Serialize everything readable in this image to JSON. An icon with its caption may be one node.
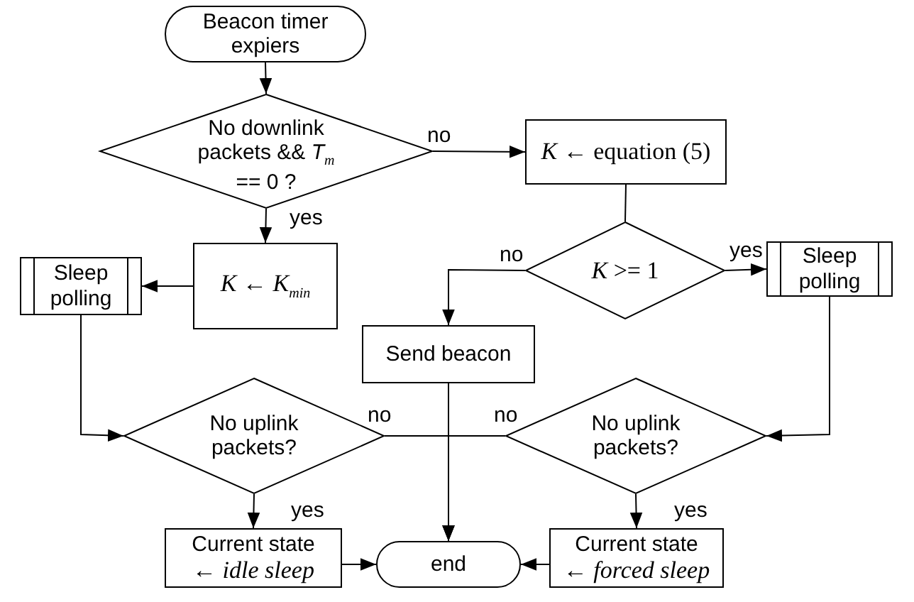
{
  "diagram": {
    "nodes": [
      {
        "text": [
          "Beacon timer expiers"
        ]
      },
      {
        "text": [
          "No downlink packets && *T*$_{m}$ == 0 ?"
        ]
      },
      {
        "text": [
          "*K* ← *K*$_{min}$"
        ]
      },
      {
        "text": [
          "Sleep polling"
        ]
      },
      {
        "text": [
          "*K* ← equation (5)"
        ]
      },
      {
        "text": [
          "*K* >= 1"
        ]
      },
      {
        "text": [
          "Sleep polling"
        ]
      },
      {
        "text": [
          "Send beacon"
        ]
      },
      {
        "text": [
          "No uplink packets?"
        ]
      },
      {
        "text": [
          "No uplink packets?"
        ]
      },
      {
        "text": [
          "Current state",
          "← *idle sleep*"
        ]
      },
      {
        "text": [
          "end"
        ]
      },
      {
        "text": [
          "Current state",
          "← *forced sleep*"
        ]
      }
    ],
    "edges": [
      {
        "from": 0,
        "to": 1,
        "arrow": "to"
      },
      {
        "from": 1,
        "to": 4,
        "arrow": "to",
        "label": "no"
      },
      {
        "from": 1,
        "to": 2,
        "arrow": "to",
        "label": "yes"
      },
      {
        "from": 2,
        "to": 3,
        "arrow": "to"
      },
      {
        "from": 4,
        "to": 5,
        "arrow": "none"
      },
      {
        "from": 5,
        "to": 7,
        "arrow": "to",
        "label": "no"
      },
      {
        "from": 5,
        "to": 6,
        "arrow": "to",
        "label": "yes"
      },
      {
        "from": 3,
        "to": 8,
        "arrow": "to"
      },
      {
        "from": 6,
        "to": 9,
        "arrow": "to"
      },
      {
        "from": 7,
        "to": 11,
        "arrow": "to"
      },
      {
        "from": 8,
        "to": 11,
        "arrow": "to",
        "label": "no"
      },
      {
        "from": 9,
        "to": 11,
        "arrow": "to",
        "label": "no"
      },
      {
        "from": 8,
        "to": 10,
        "arrow": "to",
        "label": "yes"
      },
      {
        "from": 9,
        "to": 12,
        "arrow": "to",
        "label": "yes"
      },
      {
        "from": 10,
        "to": 11,
        "arrow": "to"
      },
      {
        "from": 12,
        "to": 11,
        "arrow": "to"
      }
    ]
  }
}
